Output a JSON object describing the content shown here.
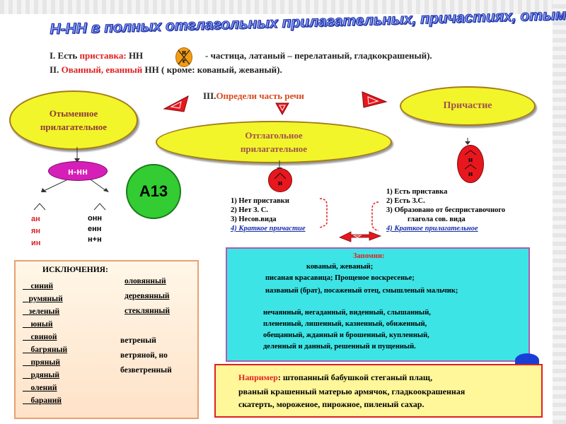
{
  "title": "Н-НН в полных отглагольных прилагательных, причастиях, отыменных",
  "rule1": {
    "num": "I. Есть",
    "prefix_word": "приставка:",
    "nn": "НН",
    "rest": "- частица, латаный – перелатаный, гладкокрашеный)."
  },
  "particle": {
    "top": "н",
    "bottom": "е"
  },
  "rule2": {
    "num": "II.",
    "suffixes": "Ованный, еванный",
    "nn": "НН",
    "rest": "( кроме: кованый, жеваный)."
  },
  "rule3": {
    "num": "III.",
    "text": "Определи часть речи"
  },
  "nodes": {
    "denominal": "Отыменное прилагательное",
    "verbal": "Отглагольное прилагательное",
    "participle": "Причастие",
    "n_nn": "н-нн",
    "a13": "А13",
    "single_n": "н",
    "double_n_top": "н",
    "double_n_bottom": "н"
  },
  "left_branch": {
    "one_n": [
      "ан",
      "ян",
      "ин"
    ],
    "two_n": [
      "онн",
      "енн",
      "н+н"
    ]
  },
  "verbal_conditions": [
    "1) Нет приставки",
    "2) Нет З. С.",
    "3) Несов.вида",
    "4) Краткое причастие"
  ],
  "participle_conditions": [
    "1) Есть приставка",
    "2) Есть З.С.",
    "3) Образовано от бесприставочного",
    "глагола сов. вида",
    "4) Краткое прилагательное"
  ],
  "exceptions": {
    "title": "ИСКЛЮЧЕНИЯ:",
    "column1": [
      "синий",
      "румяный",
      "зеленый",
      "юный",
      "свиной",
      "багряный",
      "пряный",
      "рдяный",
      "олений",
      "бараний"
    ],
    "column2_underlined": [
      "оловянный",
      "деревянный",
      "стеклянный"
    ],
    "column2_plain": [
      "ветреный",
      "ветряной, но",
      "безветренный"
    ]
  },
  "memo": {
    "title": "Запомни:",
    "lines": [
      "кованый, жеваный;",
      "писаная красавица; Прощеное воскресенье;",
      "названый (брат), посаженый отец, смышленый мальчик;",
      "нечаянный, негаданный, виденный, слышанный,",
      "плененный, лишенный, казненный, обиженный,",
      "обещанный, жданный и брошенный, купленный,",
      "деленный и данный, решенный и пущенный."
    ]
  },
  "example": {
    "lead": "Например",
    "line1": ": штопанный бабушкой стеганый плащ,",
    "line2": "рваный крашенный матерью армячок, гладкоокрашенная",
    "line3": "скатерть, мороженое, пирожное, пиленый сахар."
  },
  "colors": {
    "title": "#1a2fa8",
    "ellipse": "#f2f52a",
    "magenta": "#d61fb8",
    "green_circle": "#33cc33",
    "memo_bg": "#3de4e6",
    "example_bg": "#fff79a",
    "red": "#e02020"
  }
}
